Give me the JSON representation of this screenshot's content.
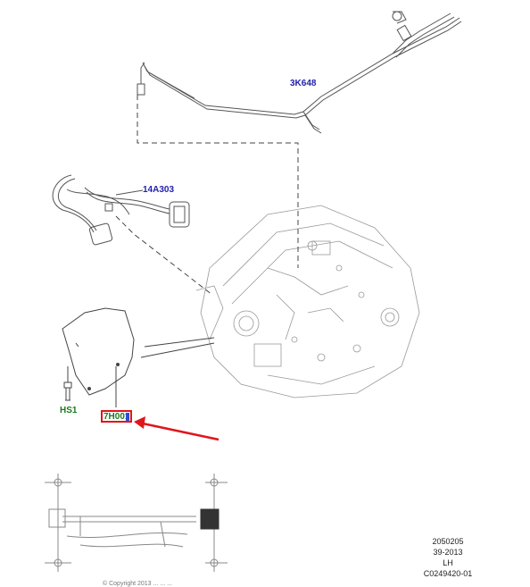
{
  "labels": {
    "part_3k648": "3K648",
    "part_14a303": "14A303",
    "part_hs1": "HS1",
    "part_7h001": "7H001"
  },
  "reference": {
    "line1": "2050205",
    "line2": "39-2013",
    "line3": "LH",
    "line4": "C0249420-01"
  },
  "footnote": "© Copyright 2013 ... ... ...",
  "colors": {
    "callout_border": "#e0161c",
    "arrow": "#e0161c",
    "part_label_blue": "#1f1fb0",
    "part_label_green": "#1c7a1c",
    "line_art": "#444444"
  }
}
